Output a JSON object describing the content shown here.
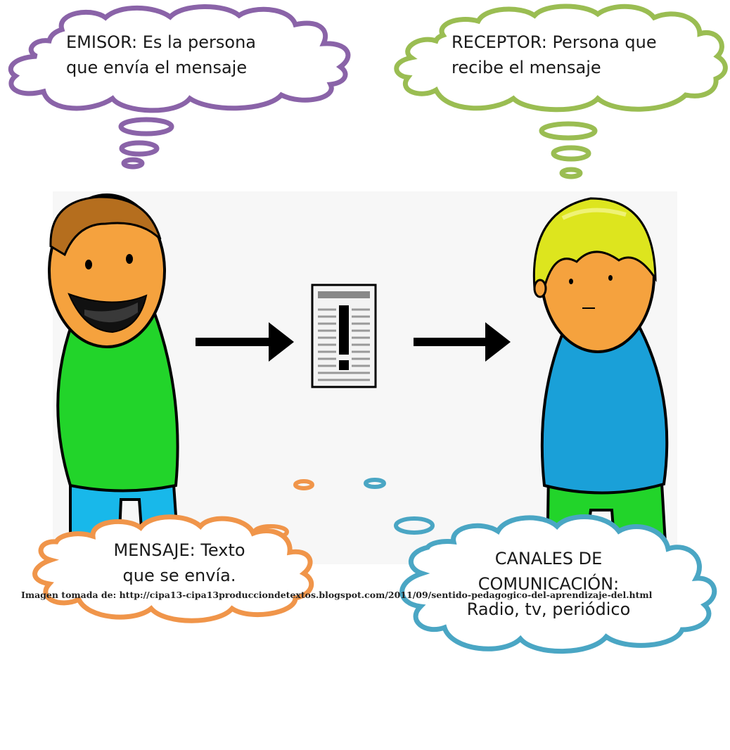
{
  "emisor": {
    "key": "EMISOR:",
    "rest": " Es la persona",
    "line2": "que envía el mensaje",
    "color": "#8a63a8"
  },
  "receptor": {
    "key": "RECEPTOR:",
    "rest": " Persona que",
    "line2": "recibe el mensaje",
    "color": "#9abd52"
  },
  "mensaje": {
    "key": "MENSAJE:",
    "rest": " Texto",
    "line2": "que se envía.",
    "color": "#f0954a"
  },
  "canales": {
    "line1": "CANALES DE",
    "line2": "COMUNICACIÓN:",
    "line3": "Radio, tv, periódico",
    "color": "#4aa6c4"
  },
  "caption": "Imagen tomada de: http://cipa13-cipa13producciondetextos.blogspot.com/2011/09/sentido-pedagogico-del-aprendizaje-del.html"
}
